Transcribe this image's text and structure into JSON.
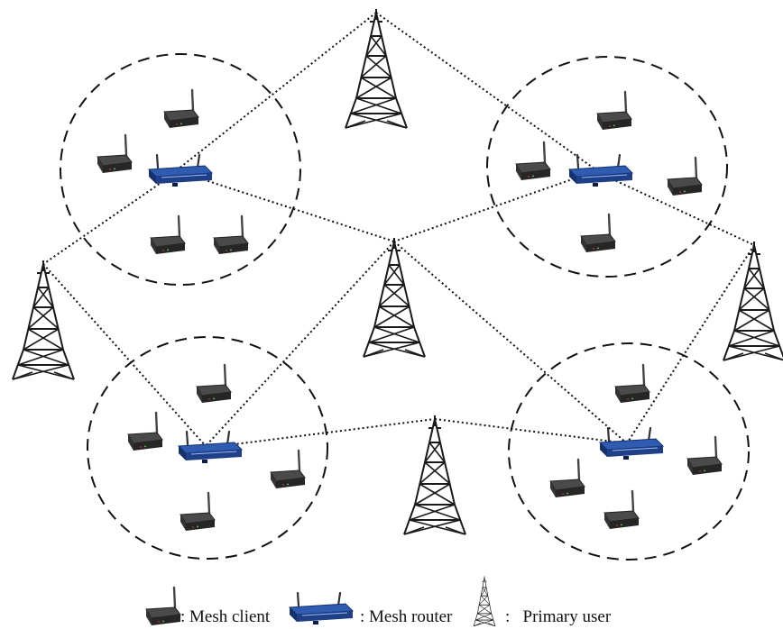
{
  "legend": {
    "client_label": ": Mesh client",
    "router_label": ": Mesh router",
    "primary_label": ":   Primary user"
  },
  "colors": {
    "background": "#ffffff",
    "link": "#111111",
    "cluster_outline": "#111111",
    "client_body": "#2f2f2f",
    "router_body": "#2b4f9e",
    "tower": "#1a1a1a"
  },
  "icons": {
    "client": "mesh-client-icon",
    "router": "mesh-router-icon",
    "primary_user": "primary-user-tower-icon"
  }
}
